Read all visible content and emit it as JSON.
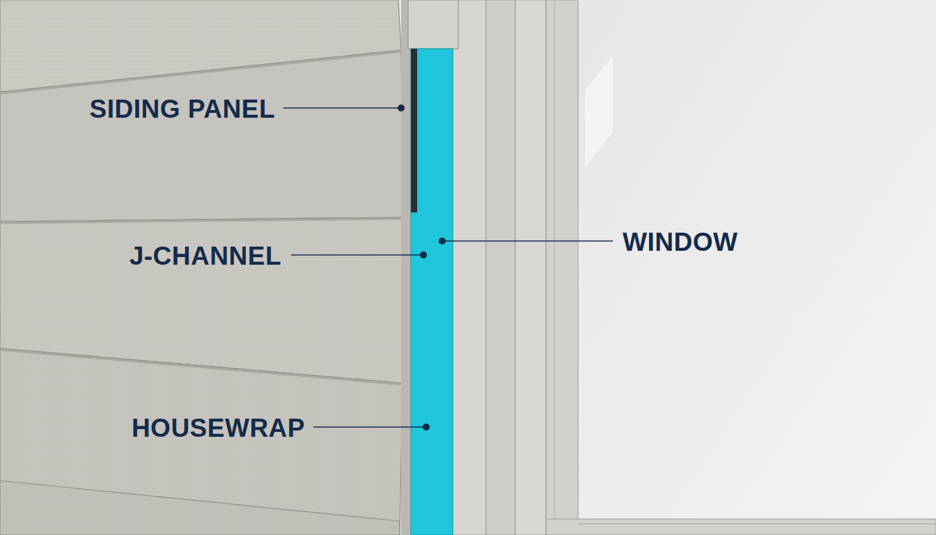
{
  "diagram": {
    "labels": [
      "SIDING PANEL",
      "J-CHANNEL",
      "HOUSEWRAP",
      "WINDOW"
    ]
  }
}
